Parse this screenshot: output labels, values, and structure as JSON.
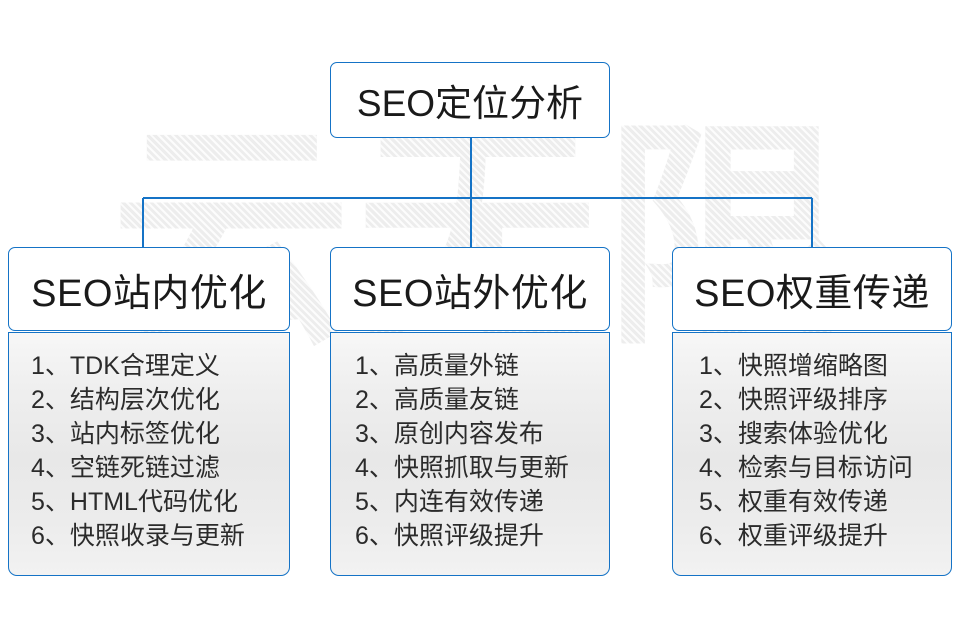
{
  "diagram": {
    "root": {
      "label": "SEO定位分析"
    },
    "watermark": {
      "text": "云无限"
    },
    "accent_color": "#1573c6",
    "box_fill": "#ffffff",
    "body_fill": "#ececec",
    "columns": [
      {
        "id": "seo-onsite",
        "title": "SEO站内优化",
        "items": [
          "1、TDK合理定义",
          "2、结构层次优化",
          "3、站内标签优化",
          "4、空链死链过滤",
          "5、HTML代码优化",
          "6、快照收录与更新"
        ]
      },
      {
        "id": "seo-offsite",
        "title": "SEO站外优化",
        "items": [
          "1、高质量外链",
          "2、高质量友链",
          "3、原创内容发布",
          "4、快照抓取与更新",
          "5、内连有效传递",
          "6、快照评级提升"
        ]
      },
      {
        "id": "seo-weight",
        "title": "SEO权重传递",
        "items": [
          "1、快照增缩略图",
          "2、快照评级排序",
          "3、搜索体验优化",
          "4、检索与目标访问",
          "5、权重有效传递",
          "6、权重评级提升"
        ]
      }
    ]
  }
}
